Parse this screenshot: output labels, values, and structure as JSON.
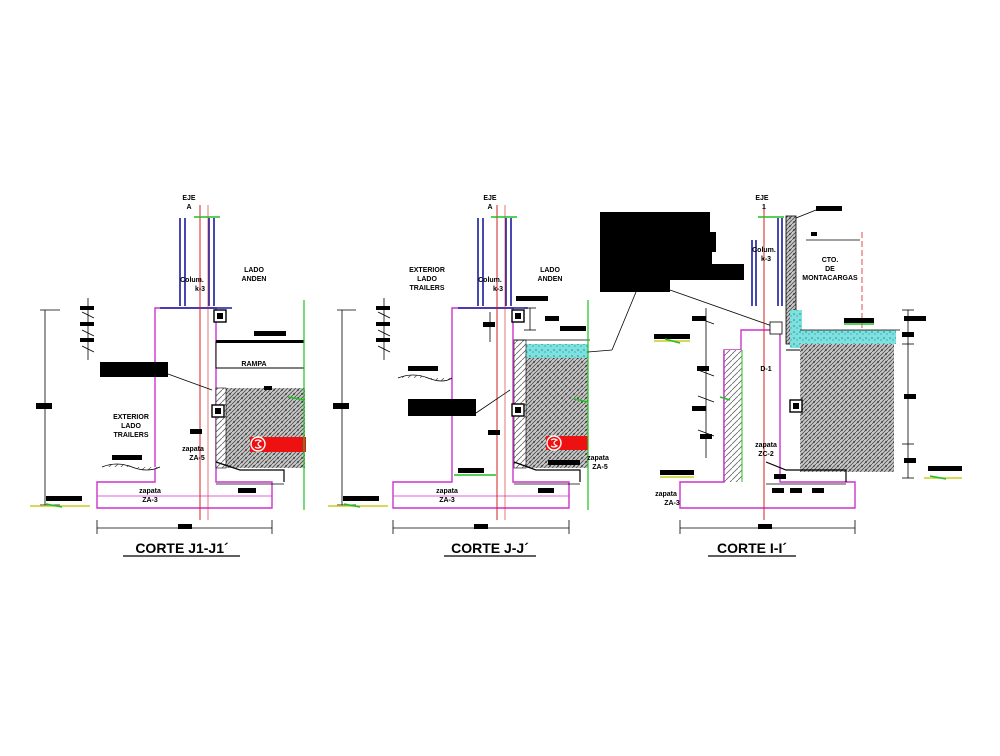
{
  "sections": [
    {
      "title": "CORTE J1-J1´",
      "axis": [
        "EJE",
        "A"
      ],
      "column": [
        "Colum.",
        "k-3"
      ],
      "side_right": [
        "LADO",
        "ANDEN"
      ],
      "side_left": [
        "EXTERIOR",
        "LADO",
        "TRAILERS"
      ],
      "ramp": "RAMPA",
      "small_footing": [
        "zapata",
        "ZA-5"
      ],
      "footing": [
        "zapata",
        "ZA-3"
      ]
    },
    {
      "title": "CORTE J-J´",
      "axis": [
        "EJE",
        "A"
      ],
      "column": [
        "Colum.",
        "k-3"
      ],
      "side_right": [
        "LADO",
        "ANDEN"
      ],
      "side_left": [
        "EXTERIOR",
        "LADO",
        "TRAILERS"
      ],
      "small_footing": [
        "zapata",
        "ZA-5"
      ],
      "footing": [
        "zapata",
        "ZA-3"
      ]
    },
    {
      "title": "CORTE I-I´",
      "axis": [
        "EJE",
        "1"
      ],
      "column": [
        "Colum.",
        "k-3"
      ],
      "room": [
        "CTO.",
        "DE",
        "MONTACARGAS"
      ],
      "beam": "D-1",
      "small_footing": [
        "zapata",
        "ZC-2"
      ],
      "footing": [
        "zapata",
        "ZA-3"
      ]
    }
  ],
  "colors": {
    "footing": "#cc33cc",
    "column": "#1a1aa0",
    "axis": "#d42020",
    "grade": "#20c020",
    "fill_mark": "#ee1111",
    "slab": "#33cccc"
  }
}
